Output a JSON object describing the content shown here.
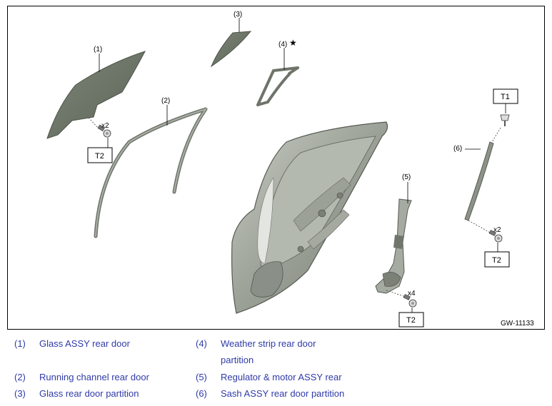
{
  "figure": {
    "callouts": {
      "c1": "(1)",
      "c2": "(2)",
      "c3": "(3)",
      "c4": "(4)",
      "c5": "(5)",
      "c6": "(6)"
    },
    "star": "★",
    "multipliers": {
      "m1": "x2",
      "m4": "x4",
      "m6": "x2"
    },
    "torque_labels": {
      "t2_left": "T2",
      "t1": "T1",
      "t2_right": "T2",
      "t2_bottom": "T2"
    },
    "figure_id": "GW-11133",
    "colors": {
      "part_fill": "#8e9388",
      "part_dark": "#5f6759",
      "part_light": "#c9cdc6",
      "frame_stroke": "#555a52"
    }
  },
  "legend": [
    {
      "num": "(1)",
      "text": "Glass ASSY rear door"
    },
    {
      "num": "(2)",
      "text": "Running channel rear door"
    },
    {
      "num": "(3)",
      "text": "Glass rear door partition"
    },
    {
      "num": "(4)",
      "text": "Weather strip rear door",
      "text2": "partition"
    },
    {
      "num": "(5)",
      "text": "Regulator & motor ASSY rear"
    },
    {
      "num": "(6)",
      "text": "Sash ASSY rear door partition"
    }
  ],
  "legend_color": "#2f3aa8"
}
